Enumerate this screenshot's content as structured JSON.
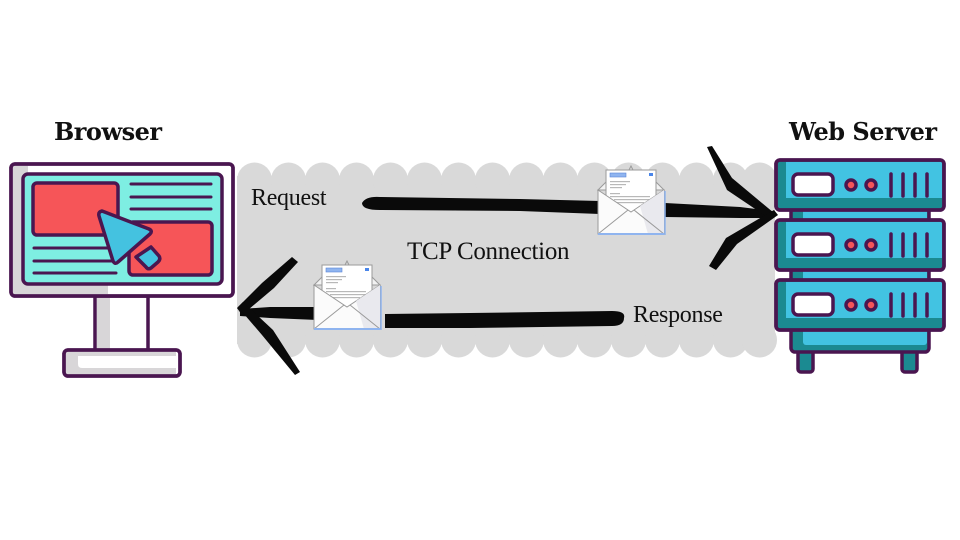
{
  "diagram": {
    "title_left": "Browser",
    "title_right": "Web Server",
    "channel_label": "TCP Connection",
    "request_label": "Request",
    "response_label": "Response",
    "request_direction": "browser-to-server",
    "response_direction": "server-to-browser"
  },
  "icons": {
    "browser": "monitor-with-cursor-icon",
    "server": "server-rack-icon",
    "request_message": "open-envelope-letter-icon",
    "response_message": "open-envelope-letter-icon"
  },
  "colors": {
    "outline": "#4a1650",
    "screen": "#7eeee2",
    "panel_red": "#f65558",
    "cursor_blue": "#44c2e0",
    "server_light": "#42c3e2",
    "server_dark": "#1b8a91",
    "led_red": "#f65558",
    "band_gray": "#d9d9d9",
    "monitor_gray": "#d8d6d8",
    "arrow": "#0a0a0a"
  }
}
